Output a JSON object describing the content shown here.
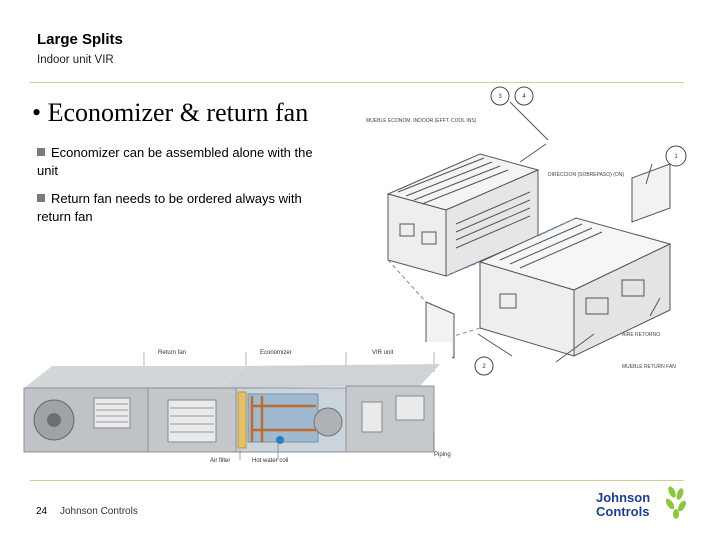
{
  "slide": {
    "title": "Large Splits",
    "subtitle": "Indoor unit VIR",
    "heading": "• Economizer & return fan",
    "bullets": [
      "Economizer can be assembled alone with the unit",
      "Return fan needs to be ordered always with return fan"
    ]
  },
  "exploded_diagram": {
    "callouts": [
      "3",
      "4",
      "1",
      "2"
    ],
    "labels": {
      "economizer_module": "MUEBLE ECONOM. INDOOR (EFFT. COOL INS)",
      "direction": "DIRECCION (SOBREPASO) (ON)",
      "return_air": "AIRE RETORNO",
      "return_fan_module": "MUEBLE RETURN FAN"
    }
  },
  "unit_photo": {
    "sections": [
      "Return fan",
      "Economizer",
      "VIR unit"
    ],
    "callouts": [
      "Air filter",
      "Hot water coil",
      "Piping"
    ]
  },
  "footer": {
    "page_number": "24",
    "company": "Johnson Controls"
  },
  "logo": {
    "line1": "Johnson",
    "line2": "Controls",
    "brand_color": "#1d3f8a",
    "accent_color": "#8dc63f"
  }
}
